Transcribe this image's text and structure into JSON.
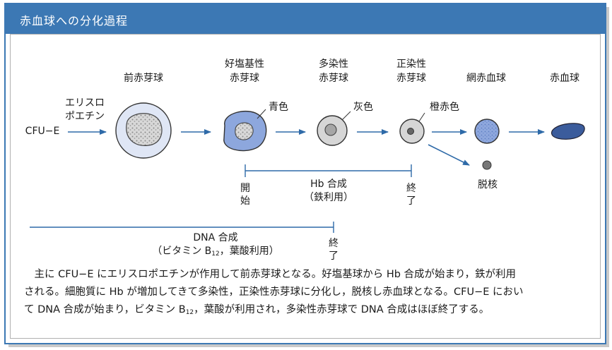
{
  "header": {
    "title": "赤血球への分化過程"
  },
  "labels": {
    "cfu": "CFU−E",
    "epo_line1": "エリスロ",
    "epo_line2": "ポエチン",
    "stage1": "前赤芽球",
    "stage2_line1": "好塩基性",
    "stage2_line2": "赤芽球",
    "stage3_line1": "多染性",
    "stage3_line2": "赤芽球",
    "stage4_line1": "正染性",
    "stage4_line2": "赤芽球",
    "stage5": "網赤血球",
    "stage6": "赤血球",
    "color_blue": "青色",
    "color_gray": "灰色",
    "color_orange": "橙赤色",
    "nucleus": "脱核",
    "hb_start_1": "開",
    "hb_start_2": "始",
    "hb_label_1": "Hb 合成",
    "hb_label_2": "（鉄利用）",
    "hb_end_1": "終",
    "hb_end_2": "了",
    "dna_label_1": "DNA 合成",
    "dna_label_2_pre": "（ビタミン B",
    "dna_label_2_sub": "12",
    "dna_label_2_post": "，葉酸利用）",
    "dna_end_1": "終",
    "dna_end_2": "了"
  },
  "description": {
    "line1": "主に CFU−E にエリスロポエチンが作用して前赤芽球となる。好塩基球から Hb 合成が始まり，鉄が利用",
    "line2": "される。細胞質に Hb が増加してきて多染性，正染性赤芽球に分化し，脱核し赤血球となる。CFU−E におい",
    "line3_pre": "て DNA 合成が始まり，ビタミン B",
    "line3_sub": "12",
    "line3_post": "，葉酸が利用され，多染性赤芽球で DNA 合成はほぼ終了する。"
  },
  "colors": {
    "frame": "#3c78b4",
    "arrow": "#2e6aa8",
    "cell_blue_light": "#dfe6f5",
    "cell_blue": "#8da7dd",
    "rbc": "#3b5c9c"
  }
}
